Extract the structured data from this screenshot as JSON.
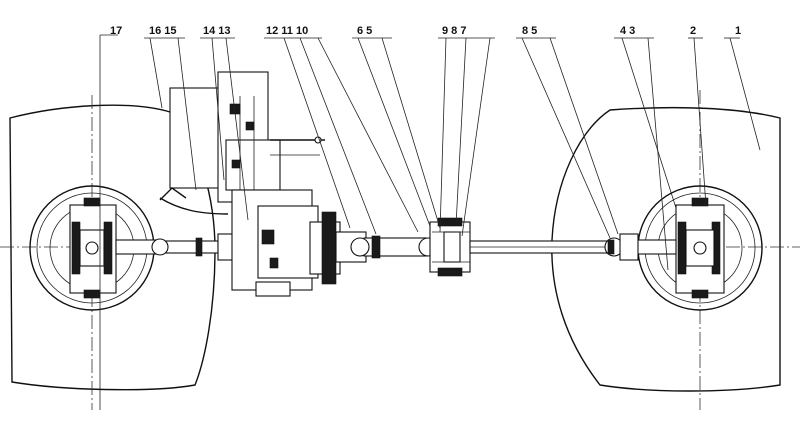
{
  "callouts": [
    {
      "id": "c1",
      "text": "1"
    },
    {
      "id": "c2",
      "text": "2"
    },
    {
      "id": "c3",
      "text": "4  3"
    },
    {
      "id": "c4",
      "text": "8  5"
    },
    {
      "id": "c5",
      "text": "9  8  7"
    },
    {
      "id": "c6",
      "text": "6  5"
    },
    {
      "id": "c7",
      "text": "12  11 10"
    },
    {
      "id": "c8",
      "text": "14 13"
    },
    {
      "id": "c9",
      "text": "16 15"
    },
    {
      "id": "c10",
      "text": "17"
    }
  ]
}
